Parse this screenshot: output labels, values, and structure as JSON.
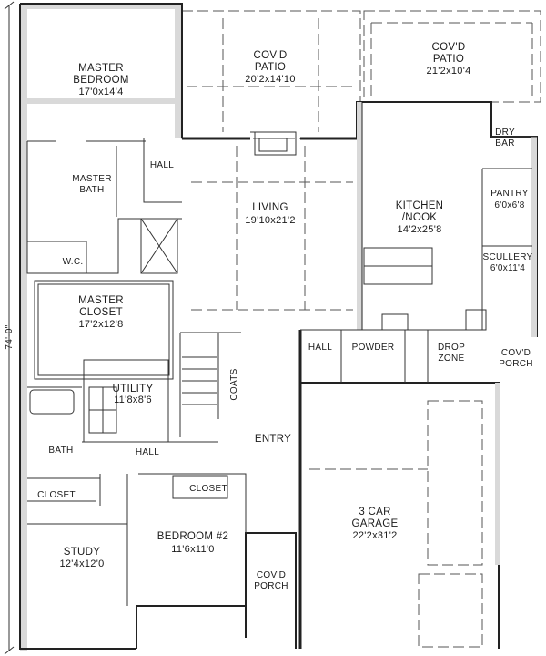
{
  "plan": {
    "overall_depth": "74'-0\"",
    "rooms": {
      "master_bedroom": {
        "name_1": "MASTER",
        "name_2": "BEDROOM",
        "dims": "17'0x14'4"
      },
      "covd_patio_left": {
        "name_1": "COV'D",
        "name_2": "PATIO",
        "dims": "20'2x14'10"
      },
      "covd_patio_right": {
        "name_1": "COV'D",
        "name_2": "PATIO",
        "dims": "21'2x10'4"
      },
      "dry_bar": {
        "name_1": "DRY",
        "name_2": "BAR"
      },
      "hall_top": {
        "name": "HALL"
      },
      "master_bath": {
        "name_1": "MASTER",
        "name_2": "BATH"
      },
      "living": {
        "name": "LIVING",
        "dims": "19'10x21'2"
      },
      "kitchen": {
        "name_1": "KITCHEN",
        "name_2": "/NOOK",
        "dims": "14'2x25'8"
      },
      "pantry": {
        "name": "PANTRY",
        "dims": "6'0x6'8"
      },
      "scullery": {
        "name": "SCULLERY",
        "dims": "6'0x11'4"
      },
      "wc": {
        "name": "W.C."
      },
      "master_closet": {
        "name_1": "MASTER",
        "name_2": "CLOSET",
        "dims": "17'2x12'8"
      },
      "hall_mid": {
        "name": "HALL"
      },
      "powder": {
        "name": "POWDER"
      },
      "drop_zone": {
        "name_1": "DROP",
        "name_2": "ZONE"
      },
      "covd_porch_right": {
        "name_1": "COV'D",
        "name_2": "PORCH"
      },
      "utility": {
        "name": "UTILITY",
        "dims": "11'8x8'6"
      },
      "coats": {
        "name": "COATS"
      },
      "entry": {
        "name": "ENTRY"
      },
      "bath": {
        "name": "BATH"
      },
      "hall_bottom": {
        "name": "HALL"
      },
      "closet_left": {
        "name": "CLOSET"
      },
      "closet_bed2": {
        "name": "CLOSET"
      },
      "garage": {
        "name_1": "3 CAR",
        "name_2": "GARAGE",
        "dims": "22'2x31'2"
      },
      "bedroom2": {
        "name": "BEDROOM #2",
        "dims": "11'6x11'0"
      },
      "study": {
        "name": "STUDY",
        "dims": "12'4x12'0"
      },
      "covd_porch_front": {
        "name_1": "COV'D",
        "name_2": "PORCH"
      }
    }
  }
}
